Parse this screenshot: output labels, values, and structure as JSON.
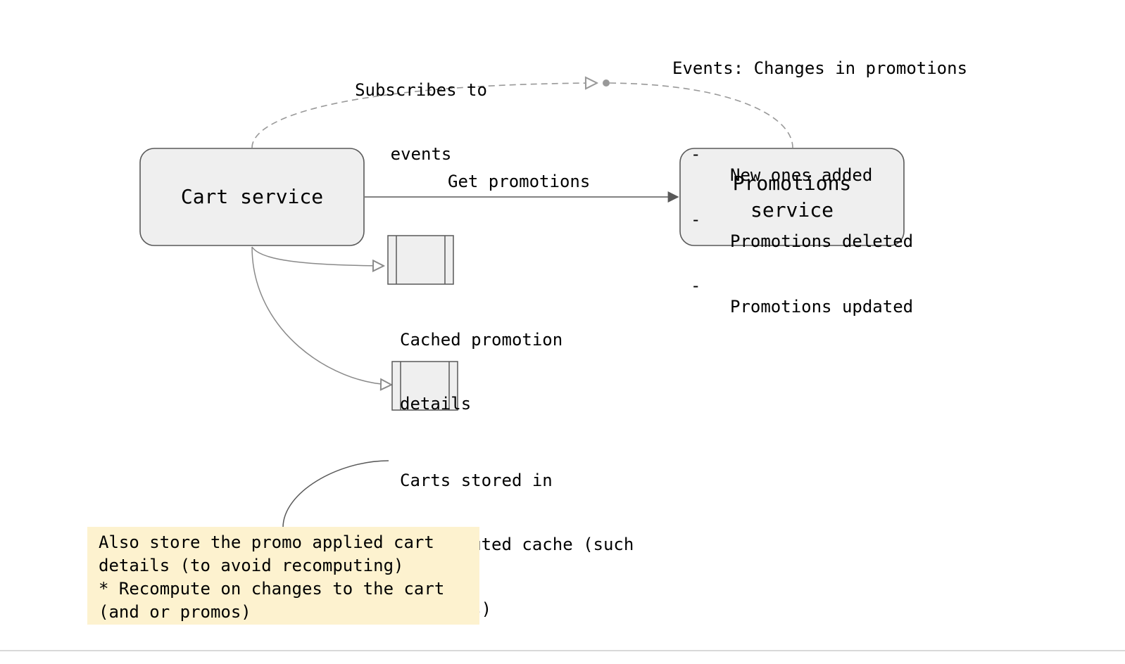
{
  "nodes": {
    "cart_service": "Cart service",
    "promotions_service": [
      "Promotions",
      "service"
    ]
  },
  "edges": {
    "get_promotions": "Get promotions",
    "subscribes": [
      "Subscribes to",
      "events"
    ]
  },
  "events_note": {
    "title": "Events: Changes in promotions",
    "items": [
      "New ones added",
      "Promotions deleted",
      "Promotions updated"
    ],
    "bullet": "-"
  },
  "stores": {
    "cached_promotions": [
      "Cached promotion",
      "details"
    ],
    "carts_cache": [
      "Carts stored in",
      "distributed cache (such",
      "as Redis)"
    ]
  },
  "note": {
    "lines": [
      "Also store the promo applied cart",
      "details (to avoid recomputing)",
      "* Recompute on changes to the cart",
      "(and or promos)"
    ]
  },
  "colors": {
    "node_fill": "#efefef",
    "node_stroke": "#595959",
    "edge": "#595959",
    "dashed": "#999999",
    "note_fill": "#fdf2cf"
  }
}
